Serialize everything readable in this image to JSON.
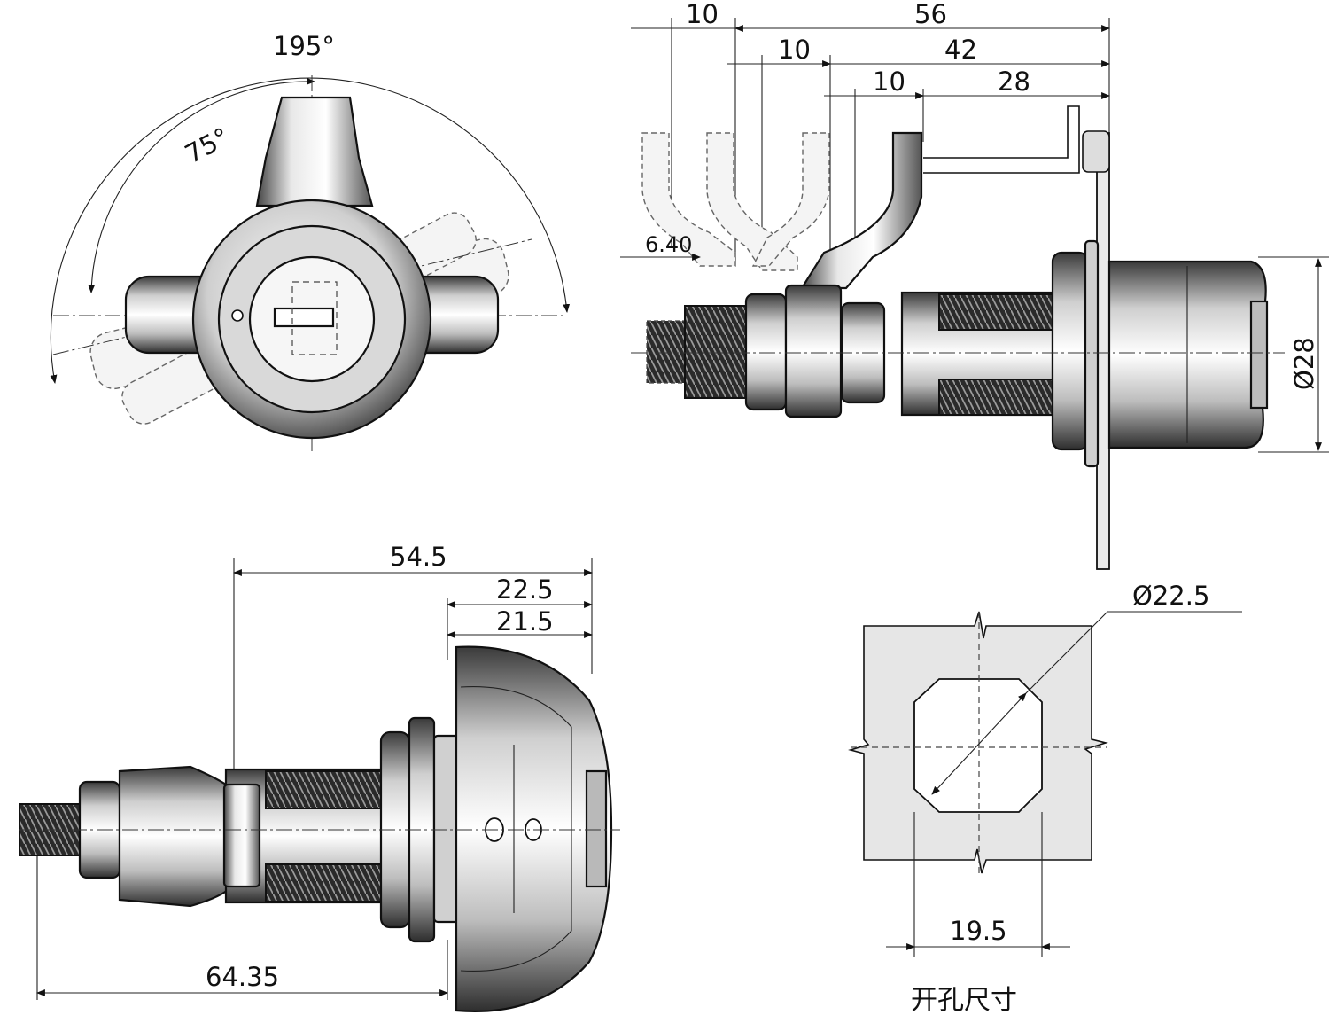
{
  "top_view": {
    "angle_outer": "195°",
    "angle_inner": "75°"
  },
  "side_view_top": {
    "dim_row1": [
      "10",
      "56"
    ],
    "dim_row2": [
      "10",
      "42"
    ],
    "dim_row3": [
      "10",
      "28"
    ],
    "dim_small": "6.40",
    "dim_diameter": "Ø28"
  },
  "side_view_bottom": {
    "dim_overall": "54.5",
    "dim_head_outer": "22.5",
    "dim_head_inner": "21.5",
    "dim_total": "64.35"
  },
  "cutout": {
    "dim_diameter": "Ø22.5",
    "dim_width": "19.5",
    "caption": "开孔尺寸"
  },
  "colors": {
    "line": "#111111",
    "panel": "#e6e6e6",
    "metal_light": "#f2f2f2",
    "metal_dark": "#555555"
  }
}
